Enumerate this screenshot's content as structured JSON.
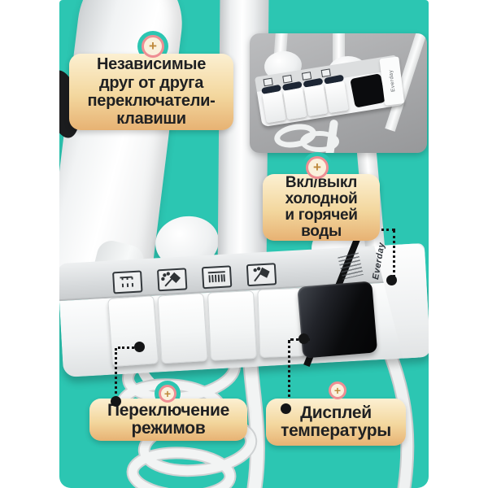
{
  "meta": {
    "language": "ru",
    "image_type": "product-infographic"
  },
  "colors": {
    "background": "#ffffff",
    "canvas_teal": "#2cc6b2",
    "callout_gradient_top": "#fcf0d2",
    "callout_gradient_bottom": "#e7b273",
    "badge_border": "#ee8e93",
    "badge_plus": "#bf8a3d",
    "text": "#1f2022",
    "connector": "#141516",
    "display_screen": "#0a0b0d"
  },
  "callouts": {
    "independent": {
      "text": "Независимые\nдруг от друга\nпереключатели-\nклавиши",
      "plus": "+"
    },
    "water": {
      "text": "Вкл/выкл\nхолодной\nи горячей\nводы",
      "plus": "+"
    },
    "modes": {
      "text": "Переключение\nрежимов",
      "plus": "+"
    },
    "display": {
      "text": "Дисплей\nтемпературы",
      "plus": "+"
    }
  },
  "product": {
    "brand": "Everday",
    "mode_icons": [
      "tub-spout-icon",
      "hand-shower-icon",
      "rain-shower-icon",
      "jet-shower-icon"
    ],
    "keys_count": 4
  }
}
